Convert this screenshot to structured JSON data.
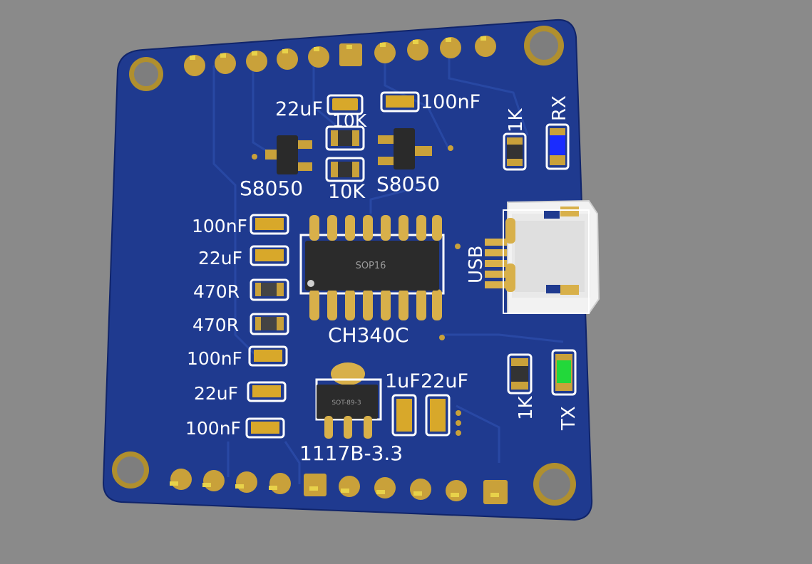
{
  "board": {
    "board_color": "#1f3a8f",
    "pad_color": "#d8b04a",
    "copper_color": "#c9a13a",
    "labels": {
      "c_22uf_top": "22uF",
      "r_10k_top": "10K",
      "c_100nf_top": "100nF",
      "q1": "S8050",
      "r_10k_bottom": "10K",
      "q2": "S8050",
      "r_1k_rx": "1K",
      "rx": "RX",
      "c_100nf_1": "100nF",
      "c_22uf_1": "22uF",
      "r_470_1": "470R",
      "r_470_2": "470R",
      "c_100nf_2": "100nF",
      "c_22uf_2": "22uF",
      "c_100nf_3": "100nF",
      "usb": "USB",
      "ic": "CH340C",
      "c_1uf": "1uF",
      "c_22uf_reg": "22uF",
      "regulator": "1117B-3.3",
      "r_1k_tx": "1K",
      "tx": "TX"
    },
    "chip_marks": {
      "ic_package": "SOP16",
      "regulator_package": "SOT-89-3"
    },
    "led_colors": {
      "rx": "#1a2cff",
      "tx": "#22d83a"
    }
  }
}
